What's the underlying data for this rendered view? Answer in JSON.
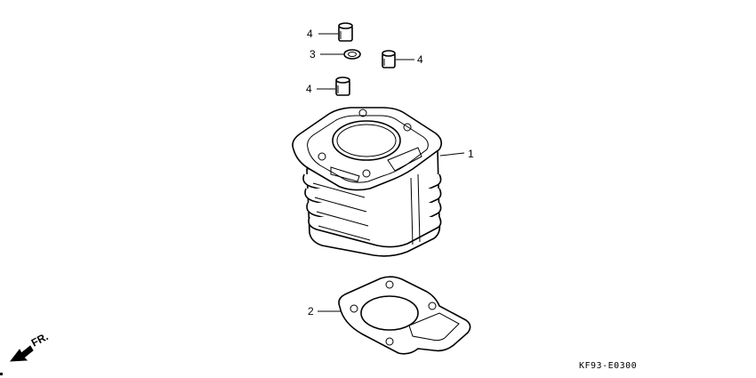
{
  "callouts": {
    "dowel_pin_top": "4",
    "o_ring": "3",
    "dowel_pin_right": "4",
    "dowel_pin_lower": "4",
    "cylinder": "1",
    "gasket": "2"
  },
  "front_indicator": "FR.",
  "diagram_code": "KF93-E0300"
}
